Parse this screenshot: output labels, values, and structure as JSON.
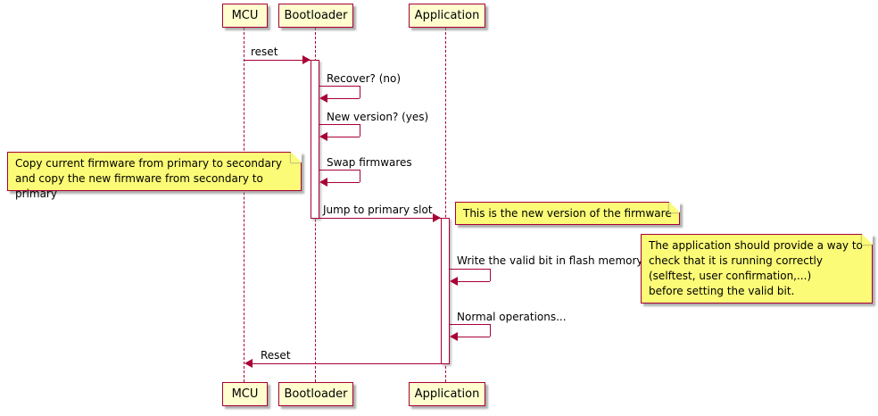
{
  "diagram": {
    "type": "sequence",
    "colors": {
      "accent": "#A80036",
      "participant_fill": "#FEFECE",
      "note_fill": "#FBFB77",
      "background": "#FFFFFF"
    }
  },
  "participants": [
    {
      "label": "MCU"
    },
    {
      "label": "Bootloader"
    },
    {
      "label": "Application"
    }
  ],
  "messages": {
    "reset": "reset",
    "recover": "Recover? (no)",
    "new_version": "New version? (yes)",
    "swap": "Swap firmwares",
    "jump": "Jump to primary slot",
    "write_valid": "Write the valid bit in flash memory",
    "normal_ops": "Normal operations...",
    "reset_back": "Reset"
  },
  "notes": {
    "copy": "Copy current firmware from primary to secondary\nand copy the new firmware from secondary to primary",
    "new_firmware": "This is the new version of the firmware",
    "valid_bit": "The application should provide a way to\ncheck that it is running correctly\n(selftest, user confirmation,...)\nbefore setting the valid bit."
  }
}
